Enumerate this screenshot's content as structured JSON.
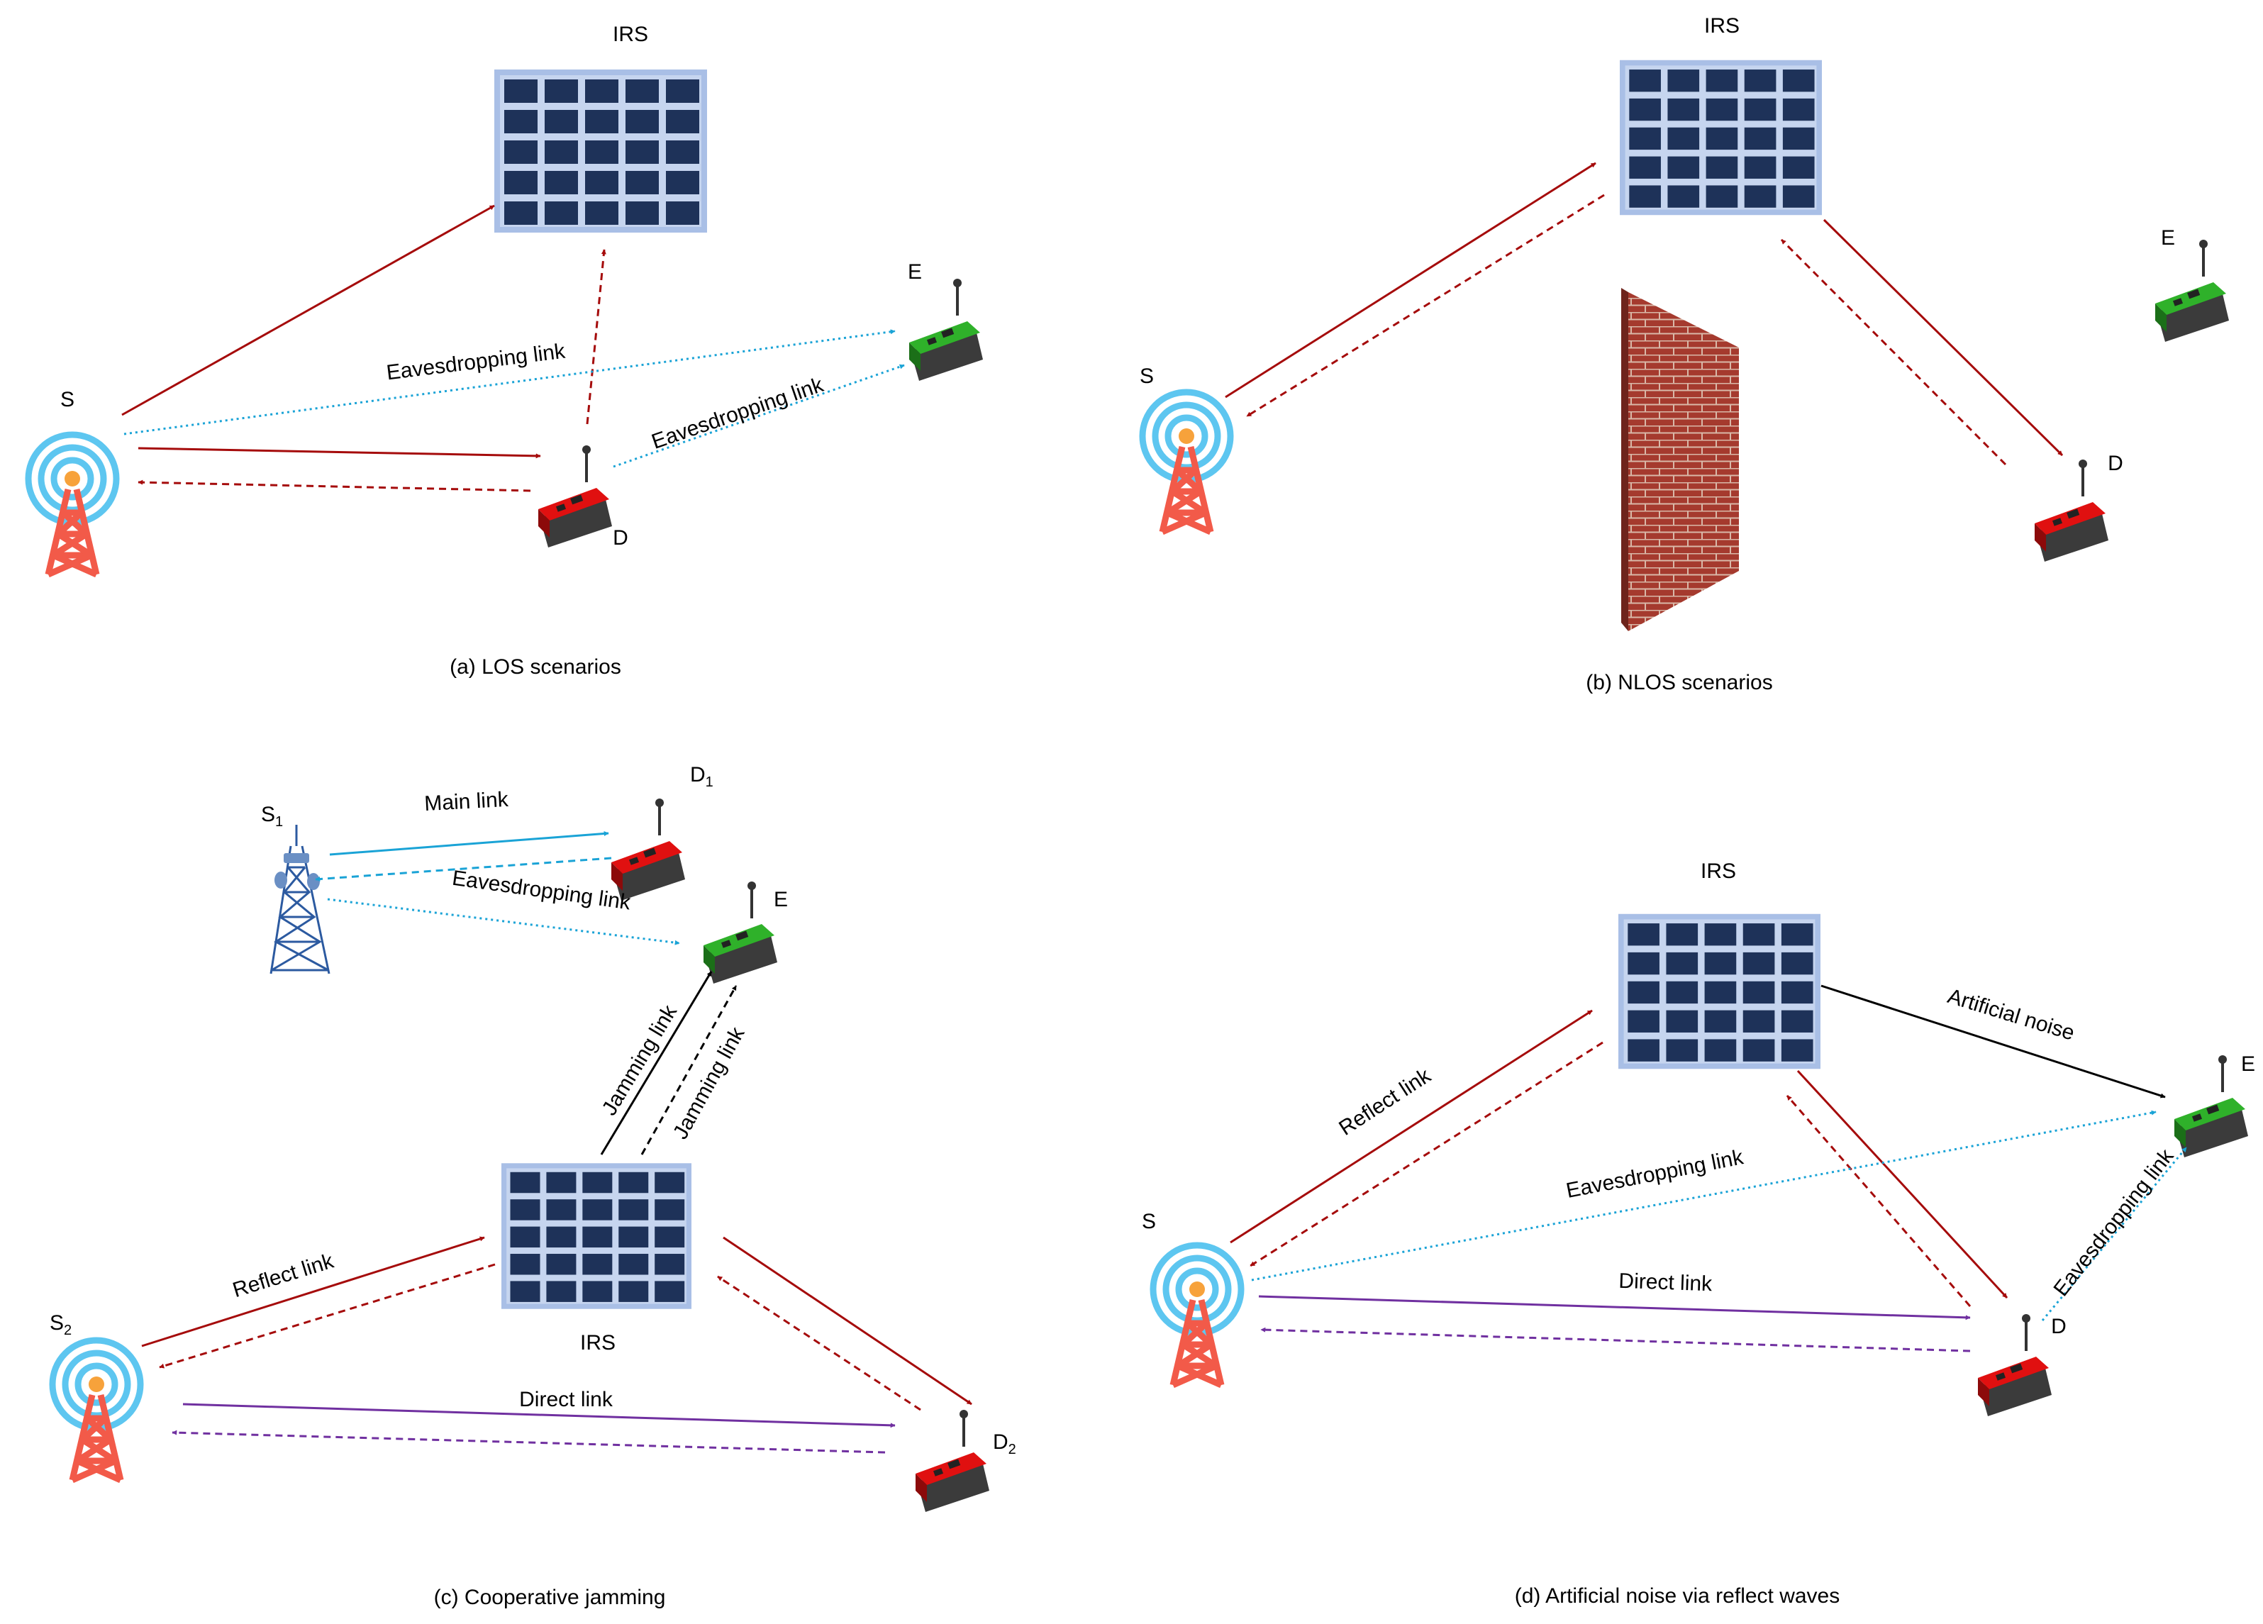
{
  "colors": {
    "red_link": "#a50b0b",
    "blue_link": "#1aa3d6",
    "purple_link": "#7030a0",
    "black_link": "#000000",
    "irs_fill": "#1e3259",
    "irs_frame": "#a9bfe6",
    "tower_red": "#f25a49",
    "wave_blue": "#5dc6f0",
    "node_red": "#e01010",
    "node_green": "#2fb12a",
    "wall_red": "#a53a2e"
  },
  "icons": [
    "base-station-icon",
    "irs-panel-icon",
    "receiver-device-icon",
    "lattice-tower-icon",
    "brick-wall-icon"
  ],
  "panel_a": {
    "caption": "(a)  LOS scenarios",
    "irs": "IRS",
    "s": "S",
    "d": "D",
    "e": "E",
    "eaves1": "Eavesdropping link",
    "eaves2": "Eavesdropping link"
  },
  "panel_b": {
    "caption": "(b)  NLOS scenarios",
    "irs": "IRS",
    "s": "S",
    "d": "D",
    "e": "E"
  },
  "panel_c": {
    "caption": "(c)  Cooperative jamming",
    "irs": "IRS",
    "s1": "S",
    "s1_sub": "1",
    "s2": "S",
    "s2_sub": "2",
    "d1": "D",
    "d1_sub": "1",
    "d2": "D",
    "d2_sub": "2",
    "e": "E",
    "main": "Main link",
    "eaves": "Eavesdropping link",
    "jam1": "Jamming link",
    "jam2": "Jamming link",
    "reflect": "Reflect link",
    "direct": "Direct link"
  },
  "panel_d": {
    "caption": "(d) Artificial noise via reflect waves",
    "irs": "IRS",
    "s": "S",
    "d": "D",
    "e": "E",
    "reflect": "Reflect link",
    "artificial": "Artificial noise",
    "eaves1": "Eavesdropping link",
    "eaves2": "Eavesdropping link",
    "direct": "Direct link"
  }
}
